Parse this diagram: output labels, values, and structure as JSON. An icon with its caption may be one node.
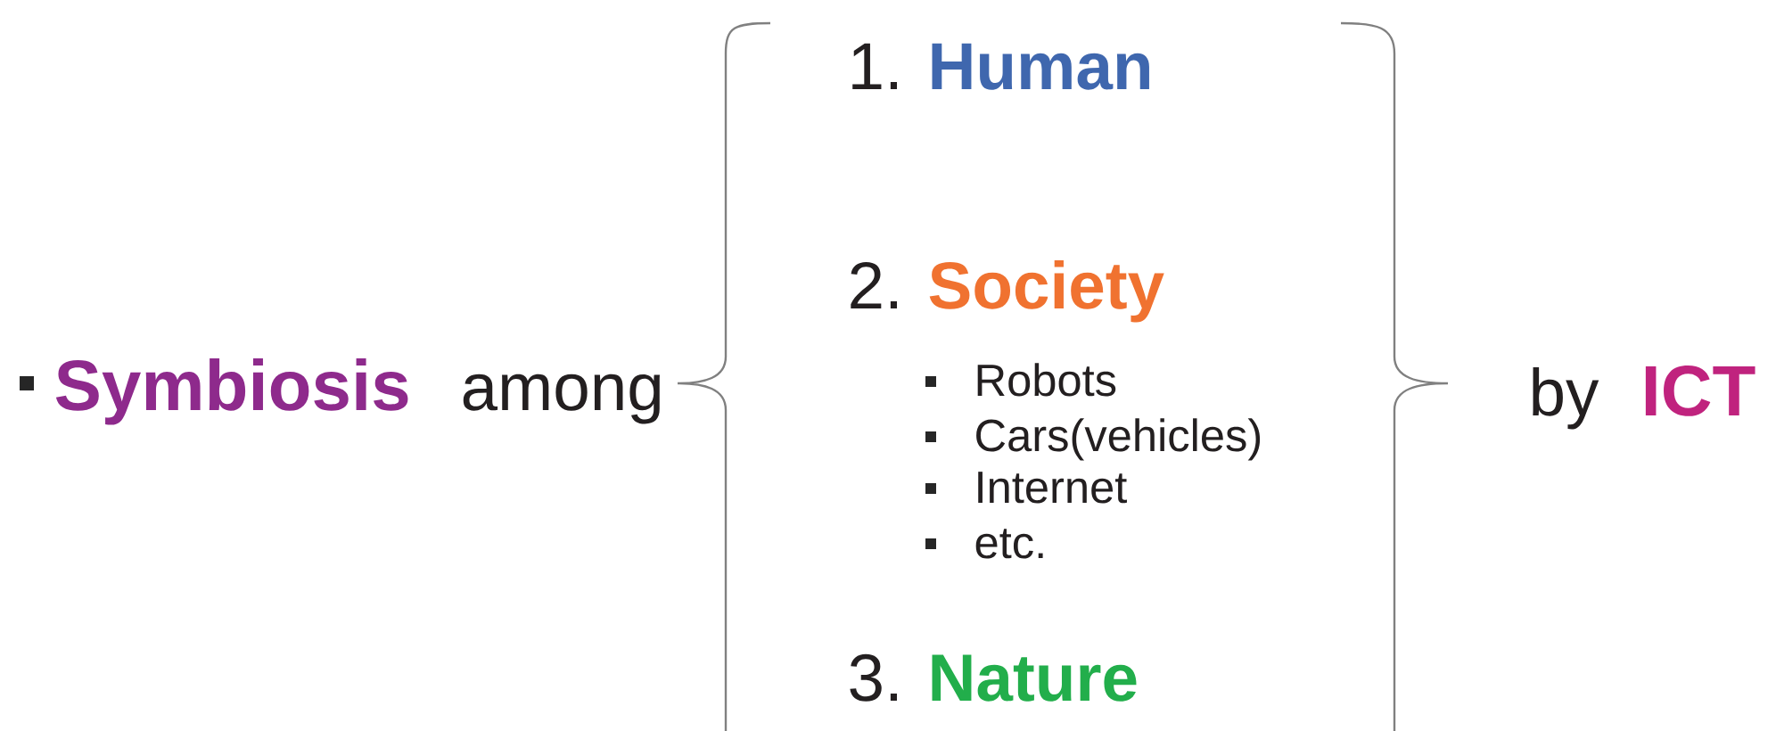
{
  "diagram": {
    "labels": [
      "Symbiosis",
      "among",
      "1.",
      "Human",
      "2.",
      "Society",
      "Robots",
      "Cars(vehicles)",
      "Internet",
      "etc.",
      "3.",
      "Nature",
      "by",
      "ICT"
    ]
  }
}
